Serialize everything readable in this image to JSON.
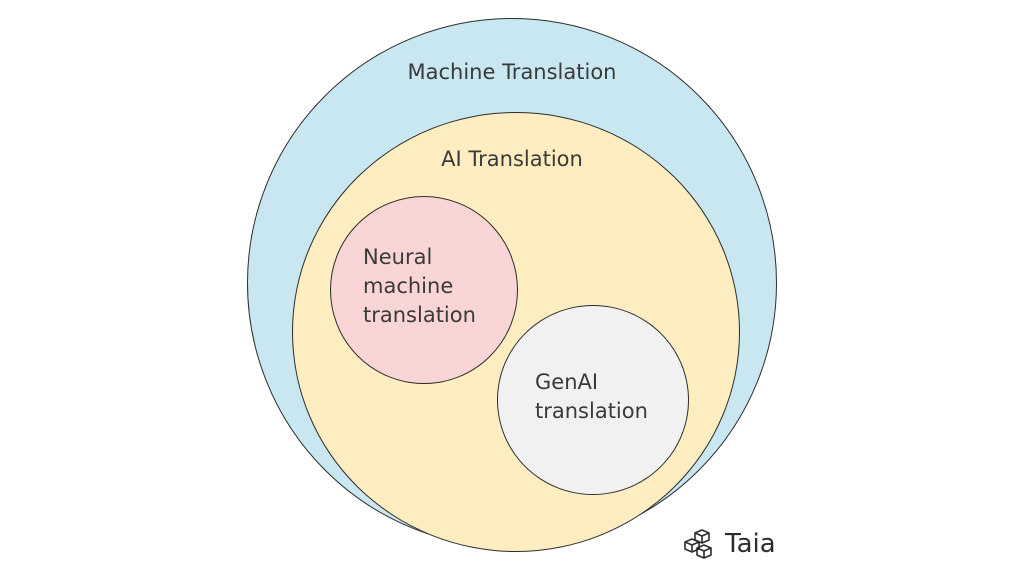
{
  "diagram": {
    "outer": {
      "label": "Machine Translation",
      "fill": "#c9e7f1"
    },
    "middle": {
      "label": "AI Translation",
      "fill": "#fdedc0"
    },
    "nmt": {
      "label_lines": [
        "Neural",
        "machine",
        "translation"
      ],
      "fill": "#f9d5d5"
    },
    "genai": {
      "label_lines": [
        "GenAI",
        "translation"
      ],
      "fill": "#f1f1f1"
    }
  },
  "brand": {
    "name": "Taia",
    "icon": "stacked-cubes-logo-icon"
  }
}
